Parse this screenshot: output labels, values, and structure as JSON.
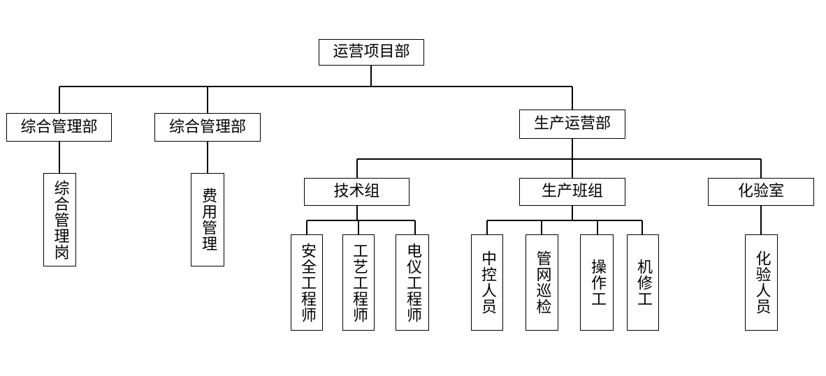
{
  "org": {
    "root": "运营项目部",
    "dept_general_1": "综合管理部",
    "dept_general_2": "综合管理部",
    "dept_production": "生产运营部",
    "role_general": "综合管理岗",
    "role_expense": "费用管理",
    "group_tech": "技术组",
    "group_shift": "生产班组",
    "group_lab": "化验室",
    "role_safety_engineer": "安全工程师",
    "role_process_engineer": "工艺工程师",
    "role_instrument_engineer": "电仪工程师",
    "role_central_control": "中控人员",
    "role_pipe_inspection": "管网巡检",
    "role_operator": "操作工",
    "role_mechanic": "机修工",
    "role_lab_staff": "化验人员"
  }
}
